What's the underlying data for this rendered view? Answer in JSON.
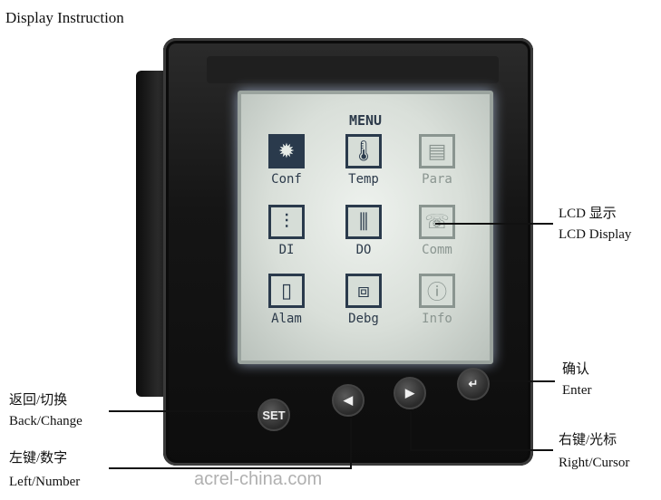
{
  "title": "Display Instruction",
  "screen": {
    "menu_title": "MENU",
    "icons": [
      {
        "label": "Conf",
        "icon": "gear-icon",
        "glyph": "✹"
      },
      {
        "label": "Temp",
        "icon": "thermometer-icon",
        "glyph": "🌡"
      },
      {
        "label": "Para",
        "icon": "parameter-icon",
        "glyph": "▤"
      },
      {
        "label": "DI",
        "icon": "digital-input-icon",
        "glyph": "⫶"
      },
      {
        "label": "DO",
        "icon": "digital-output-icon",
        "glyph": "⫼"
      },
      {
        "label": "Comm",
        "icon": "phone-icon",
        "glyph": "☏"
      },
      {
        "label": "Alam",
        "icon": "document-icon",
        "glyph": "▯"
      },
      {
        "label": "Debg",
        "icon": "sliders-icon",
        "glyph": "⧈"
      },
      {
        "label": "Info",
        "icon": "info-icon",
        "glyph": "ⓘ"
      }
    ]
  },
  "buttons": {
    "set": "SET",
    "left_glyph": "◀",
    "right_glyph": "▶",
    "enter_glyph": "↵"
  },
  "annotations": {
    "lcd_cn": "LCD 显示",
    "lcd_en": "LCD Display",
    "enter_cn": "确认",
    "enter_en": "Enter",
    "back_cn": "返回/切换",
    "back_en": "Back/Change",
    "left_cn": "左键/数字",
    "left_en": "Left/Number",
    "right_cn": "右键/光标",
    "right_en": "Right/Cursor"
  },
  "watermark": "acrel-china.com"
}
